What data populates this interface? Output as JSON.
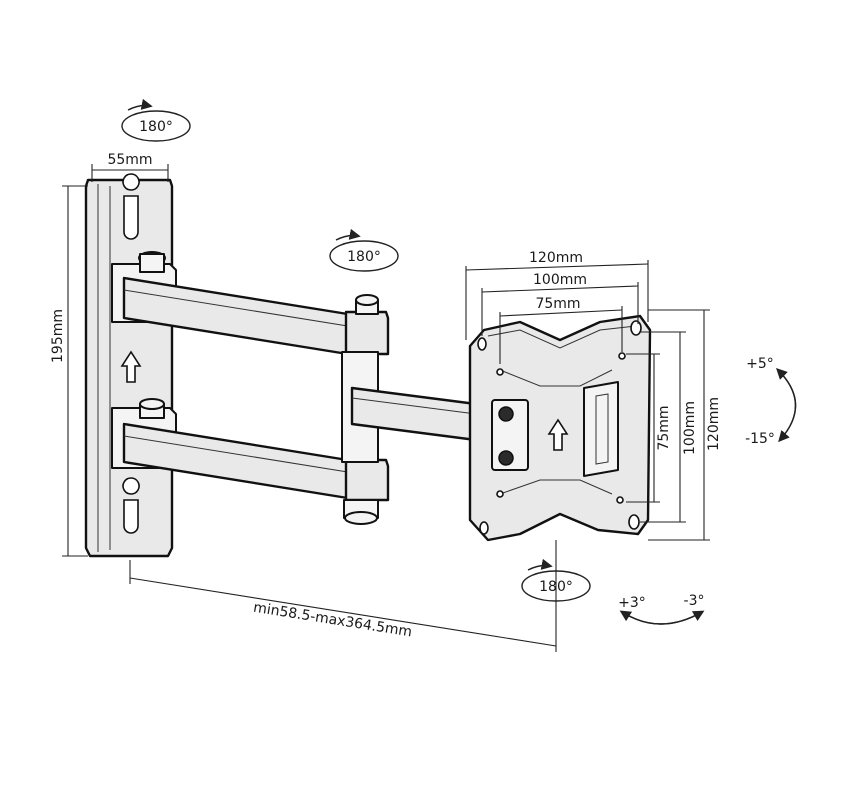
{
  "labels": {
    "rot_top": "180°",
    "rot_mid": "180°",
    "rot_bottom": "180°",
    "wall_width": "55mm",
    "wall_height": "195mm",
    "vesa_w120": "120mm",
    "vesa_w100": "100mm",
    "vesa_w75": "75mm",
    "vesa_h75": "75mm",
    "vesa_h100": "100mm",
    "vesa_h120": "120mm",
    "tilt_up": "+5°",
    "tilt_down": "-15°",
    "swivel_left": "+3°",
    "swivel_right": "-3°",
    "extension": "min58.5-max364.5mm"
  },
  "icons": {
    "rotation": "rotation-ellipse-icon",
    "up_arrow": "up-arrow-icon",
    "tilt_arc": "tilt-arc-icon",
    "swivel_arc": "swivel-arc-icon"
  },
  "colors": {
    "line": "#111111",
    "metal": "#e9e9e9",
    "background": "#ffffff"
  }
}
